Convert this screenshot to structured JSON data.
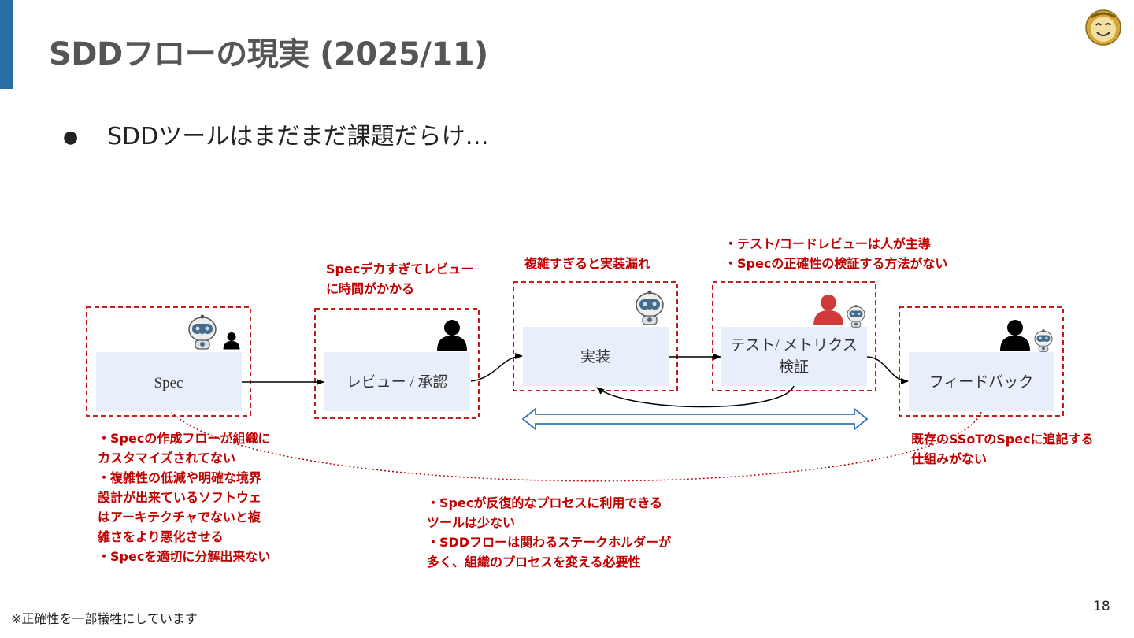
{
  "slide": {
    "title": "SDDフローの現実 (2025/11)",
    "bullet": "SDDツールはまだまだ課題だらけ…",
    "page_number": "18",
    "footnote": "※正確性を一部犠牲にしています"
  },
  "colors": {
    "accent_bar": "#2c6ea6",
    "box_fill": "#e8effb",
    "dashed_border": "#c00000",
    "note_text": "#c00000",
    "double_arrow": "#2e75b6"
  },
  "diagram": {
    "steps": [
      {
        "label": "Spec",
        "icons": [
          "robot-icon",
          "person-icon"
        ]
      },
      {
        "label": "レビュー / 承認",
        "icons": [
          "person-icon"
        ]
      },
      {
        "label": "実装",
        "icons": [
          "robot-icon"
        ]
      },
      {
        "label_line1": "テスト/ メトリクス",
        "label_line2": "検証",
        "icons": [
          "red-person-icon",
          "robot-icon"
        ]
      },
      {
        "label": "フィードバック",
        "icons": [
          "person-icon",
          "robot-icon"
        ]
      }
    ]
  },
  "notes": {
    "review": [
      "Specデカすぎてレビュー",
      "に時間がかかる"
    ],
    "impl": [
      "複雑すぎると実装漏れ"
    ],
    "test": [
      "・テスト/コードレビューは人が主導",
      "・Specの正確性の検証する方法がない"
    ],
    "spec": [
      "・Specの作成フローが組織に",
      "カスタマイズされてない",
      "・複雑性の低減や明確な境界",
      "設計が出来ているソフトウェ",
      "はアーキテクチャでないと複",
      "雑さをより悪化させる",
      "・Specを適切に分解出来ない"
    ],
    "process": [
      "・Specが反復的なプロセスに利用できる",
      "ツールは少ない",
      "・SDDフローは関わるステークホルダーが",
      "多く、組織のプロセスを変える必要性"
    ],
    "feedback": [
      "既存のSSoTのSpecに追記する",
      "仕組みがない"
    ]
  }
}
